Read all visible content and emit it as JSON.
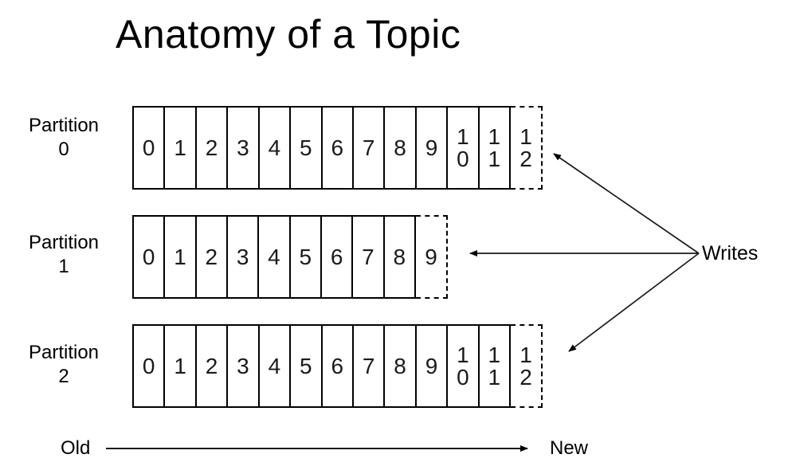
{
  "title": "Anatomy of a Topic",
  "partitions": [
    {
      "label": "Partition",
      "number": "0",
      "offsets": [
        "0",
        "1",
        "2",
        "3",
        "4",
        "5",
        "6",
        "7",
        "8",
        "9",
        "10",
        "11"
      ],
      "next_offset": "12"
    },
    {
      "label": "Partition",
      "number": "1",
      "offsets": [
        "0",
        "1",
        "2",
        "3",
        "4",
        "5",
        "6",
        "7",
        "8"
      ],
      "next_offset": "9"
    },
    {
      "label": "Partition",
      "number": "2",
      "offsets": [
        "0",
        "1",
        "2",
        "3",
        "4",
        "5",
        "6",
        "7",
        "8",
        "9",
        "10",
        "11"
      ],
      "next_offset": "12"
    }
  ],
  "annotations": {
    "writes": "Writes",
    "old": "Old",
    "new": "New"
  },
  "colors": {
    "ink": "#000000",
    "background": "#ffffff"
  }
}
